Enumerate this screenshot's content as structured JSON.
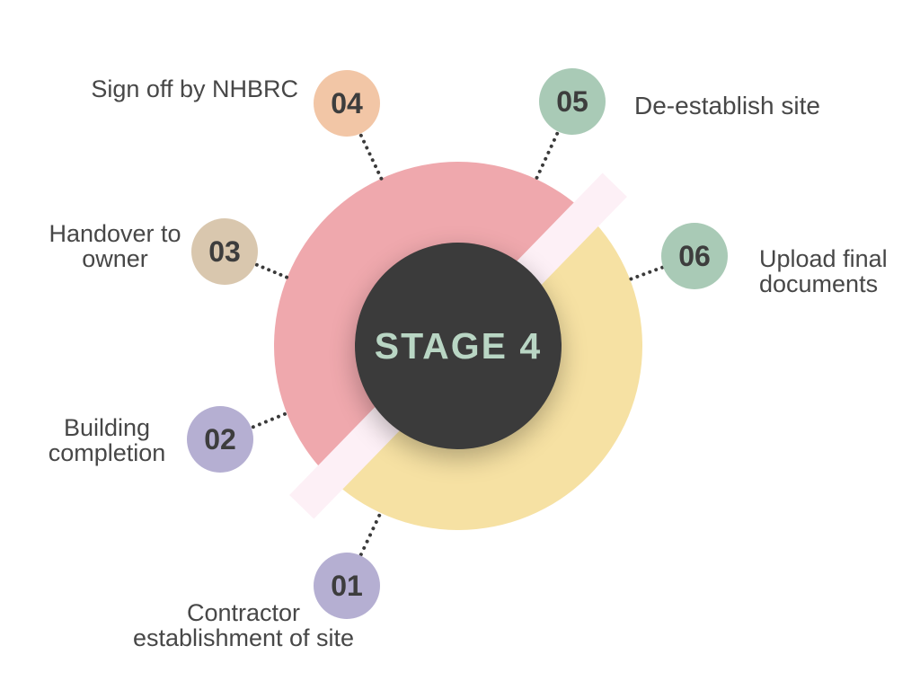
{
  "title": "STAGE 4",
  "colors": {
    "ring_pink": "#efa8ad",
    "ring_yellow": "#f6e1a3",
    "divider_band": "#fdf0f6",
    "center_circle": "#3b3b3b",
    "title_text": "#b9d6c4",
    "label_text": "#474747",
    "number_text": "#3d3d3d",
    "dotted_line": "#3a3a3a"
  },
  "stages": [
    {
      "num": "01",
      "label": "Contractor\nestablishment of site",
      "badge_color": "#b5afd2"
    },
    {
      "num": "02",
      "label": "Building\ncompletion",
      "badge_color": "#b5afd2"
    },
    {
      "num": "03",
      "label": "Handover to\nowner",
      "badge_color": "#d9c7ae"
    },
    {
      "num": "04",
      "label": "Sign off by NHBRC",
      "badge_color": "#f2c6a6"
    },
    {
      "num": "05",
      "label": "De-establish site",
      "badge_color": "#a9cab6"
    },
    {
      "num": "06",
      "label": "Upload final\ndocuments",
      "badge_color": "#a9cab6"
    }
  ]
}
